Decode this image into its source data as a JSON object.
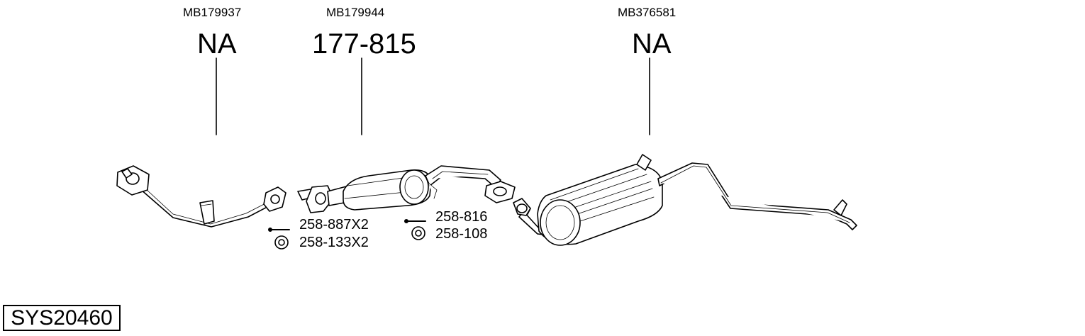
{
  "parts": [
    {
      "oem": "MB179937",
      "code": "NA"
    },
    {
      "oem": "MB179944",
      "code": "177-815"
    },
    {
      "oem": "MB376581",
      "code": "NA"
    }
  ],
  "fittings": [
    {
      "bolt": "258-887X2",
      "ring": "258-133X2"
    },
    {
      "bolt": "258-816",
      "ring": "258-108"
    }
  ],
  "system": {
    "code": "SYS20460"
  }
}
